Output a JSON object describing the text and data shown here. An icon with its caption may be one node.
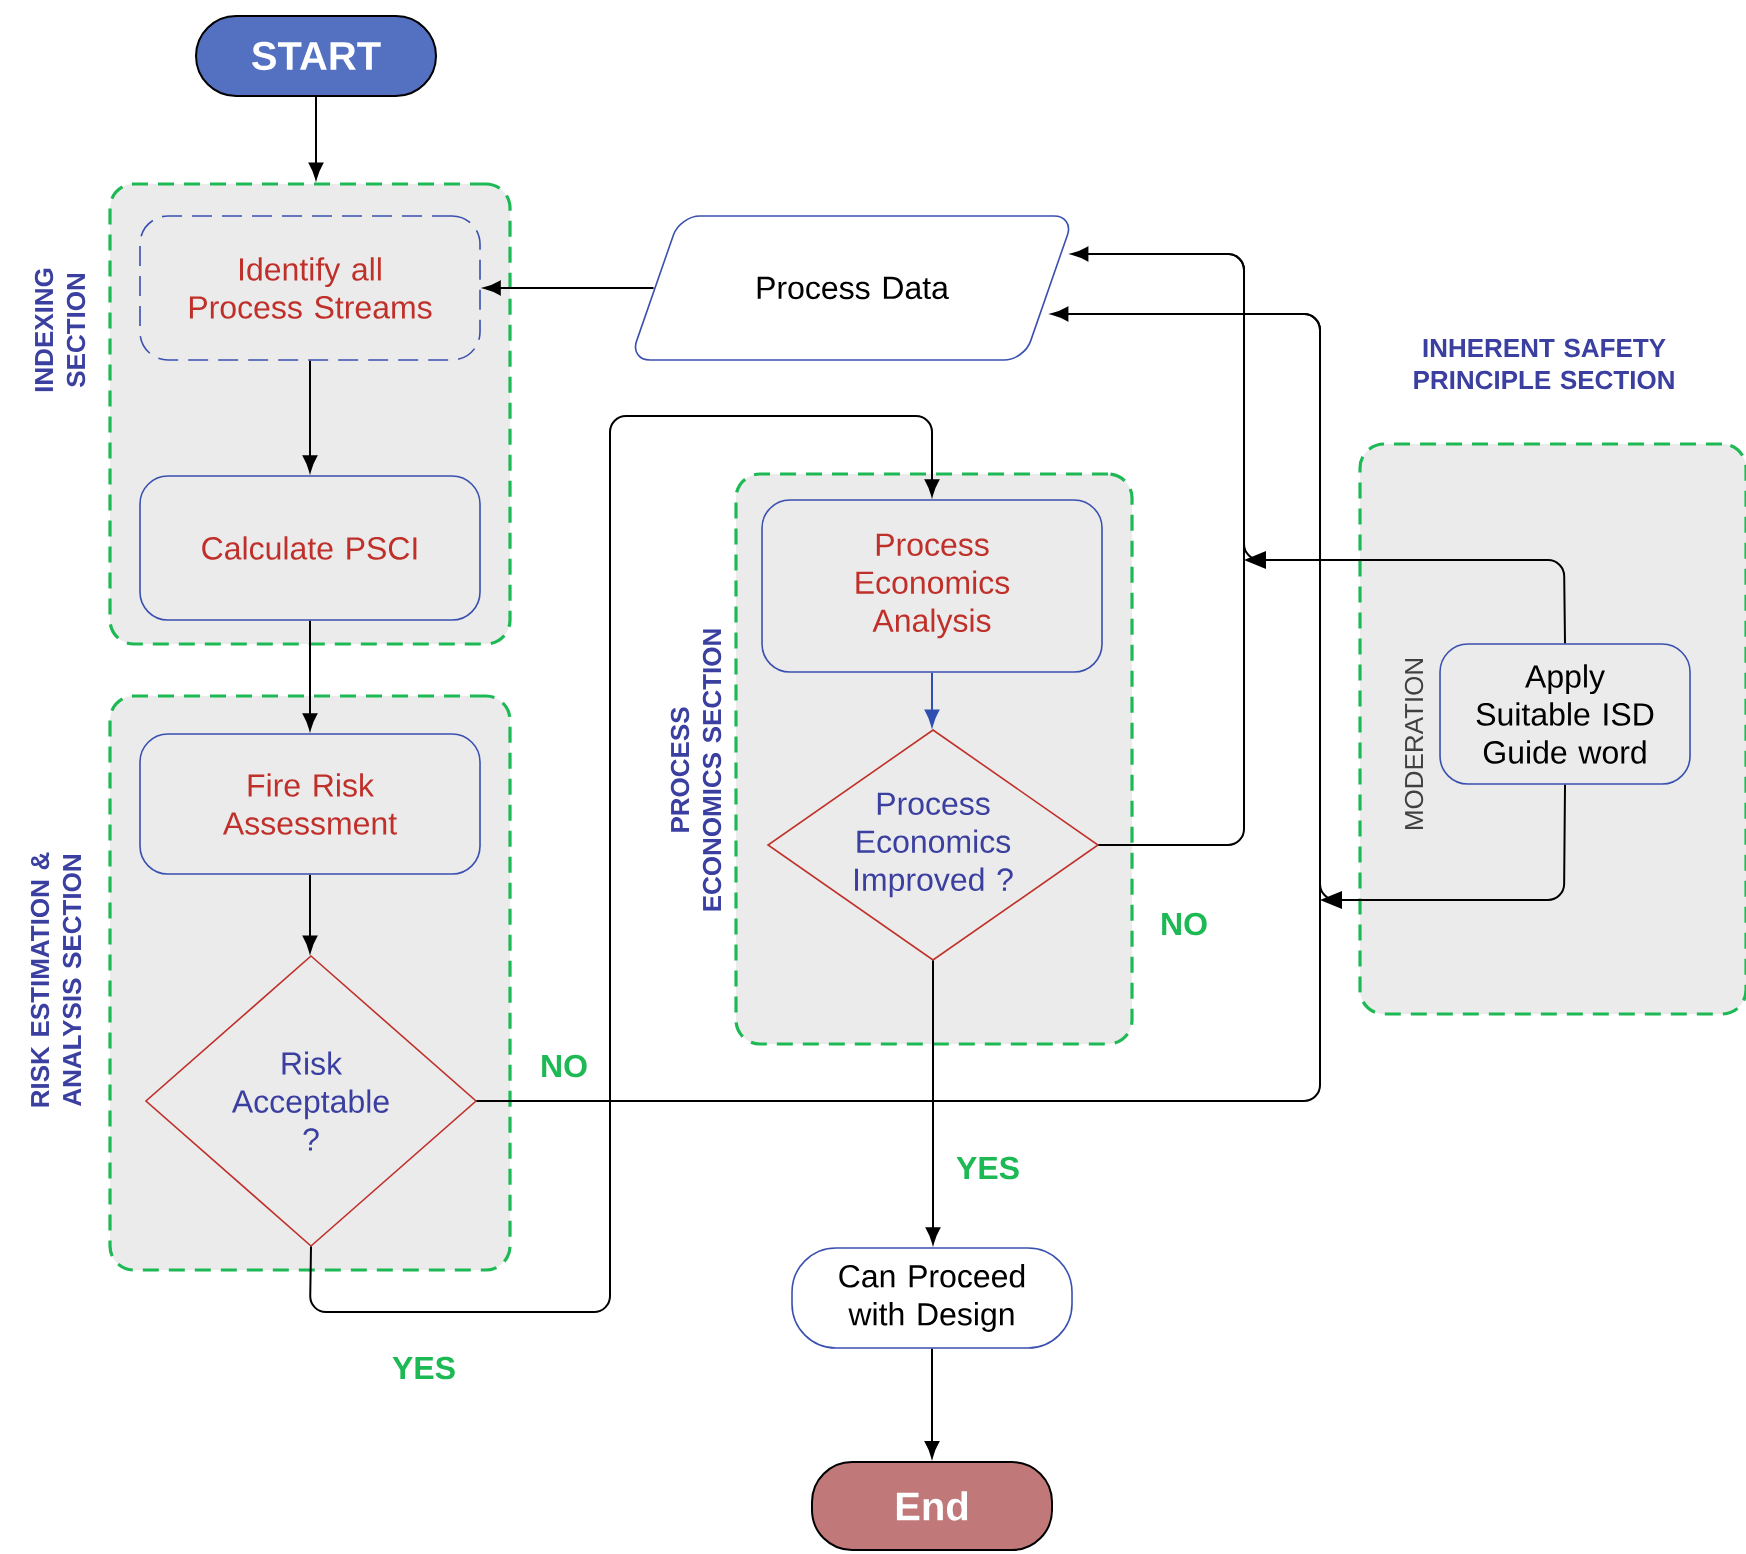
{
  "diagram": {
    "nodes": [
      {
        "text": [
          "START"
        ]
      },
      {
        "text": [
          "INDEXING SECTION"
        ]
      },
      {
        "text": [
          "Identify all Process Streams"
        ],
        "in": 1
      },
      {
        "text": [
          "Calculate PSCI"
        ],
        "in": 1
      },
      {
        "text": [
          "RISK ESTIMATION & ANALYSIS SECTION"
        ]
      },
      {
        "text": [
          "Fire Risk Assessment"
        ],
        "in": 4
      },
      {
        "text": [
          "Risk Acceptable ?"
        ],
        "in": 4
      },
      {
        "text": [
          "Process Data"
        ]
      },
      {
        "text": [
          "PROCESS ECONOMICS SECTION"
        ]
      },
      {
        "text": [
          "Process Economics Analysis"
        ],
        "in": 8
      },
      {
        "text": [
          "Process Economics Improved ?"
        ],
        "in": 8
      },
      {
        "text": [
          "INHERENT SAFETY PRINCIPLE SECTION",
          "MODERATION"
        ]
      },
      {
        "text": [
          "Apply Suitable ISD Guide word"
        ],
        "in": 11
      },
      {
        "text": [
          "Can Proceed with Design"
        ]
      },
      {
        "text": [
          "End"
        ]
      }
    ],
    "edges": [
      {
        "from": 0,
        "to": 1,
        "arrow": "to"
      },
      {
        "from": 2,
        "to": 3,
        "arrow": "to"
      },
      {
        "from": 3,
        "to": 5,
        "arrow": "to"
      },
      {
        "from": 5,
        "to": 6,
        "arrow": "to"
      },
      {
        "from": 6,
        "to": 9,
        "arrow": "to",
        "label": "YES"
      },
      {
        "from": 6,
        "to": 7,
        "arrow": "to",
        "label": "NO"
      },
      {
        "from": 7,
        "to": 2,
        "arrow": "to"
      },
      {
        "from": 9,
        "to": 10,
        "arrow": "to",
        "color": "#2f4fb0"
      },
      {
        "from": 10,
        "to": 7,
        "arrow": "to",
        "label": "NO"
      },
      {
        "from": 12,
        "to": 7,
        "arrow": "to"
      },
      {
        "from": 12,
        "to": 7,
        "arrow": "to"
      },
      {
        "from": 10,
        "to": 13,
        "arrow": "to",
        "label": "YES"
      },
      {
        "from": 13,
        "to": 14,
        "arrow": "to"
      }
    ]
  }
}
